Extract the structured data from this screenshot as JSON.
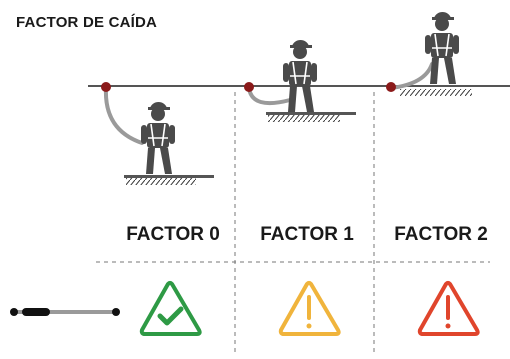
{
  "title": "FACTOR DE CAÍDA",
  "factors": [
    {
      "label": "FACTOR 0",
      "status_icon": "check-triangle-icon",
      "color": "#2e9a45"
    },
    {
      "label": "FACTOR 1",
      "status_icon": "warning-triangle-icon",
      "color": "#f0b43c"
    },
    {
      "label": "FACTOR 2",
      "status_icon": "warning-triangle-icon",
      "color": "#e0452c"
    }
  ],
  "colors": {
    "anchor": "#8b1a1a",
    "figure": "#4a4a4a",
    "lanyard": "#9a9a9a",
    "line": "#555555"
  },
  "legend_icon": "lanyard-icon"
}
